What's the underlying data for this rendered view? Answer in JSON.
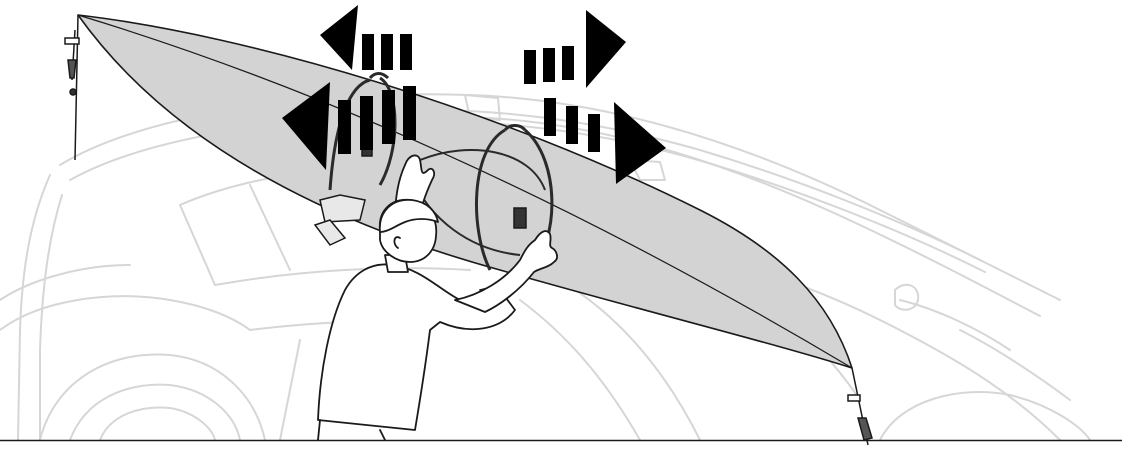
{
  "illustration": {
    "subject": "kayak-roof-rack-adjustment",
    "colors": {
      "background": "#ffffff",
      "car_outline": "#d6d6d6",
      "kayak_fill": "#d3d3d3",
      "kayak_outline": "#1a1a1a",
      "arrows": "#000000",
      "person_fill": "#ffffff",
      "strap": "#2a2a2a",
      "cradle_fill": "#e8e8e8"
    },
    "arrows": [
      {
        "name": "upper-left-arrow",
        "direction": "left"
      },
      {
        "name": "lower-left-arrow",
        "direction": "left"
      },
      {
        "name": "upper-right-arrow",
        "direction": "right"
      },
      {
        "name": "lower-right-arrow",
        "direction": "right"
      }
    ]
  }
}
